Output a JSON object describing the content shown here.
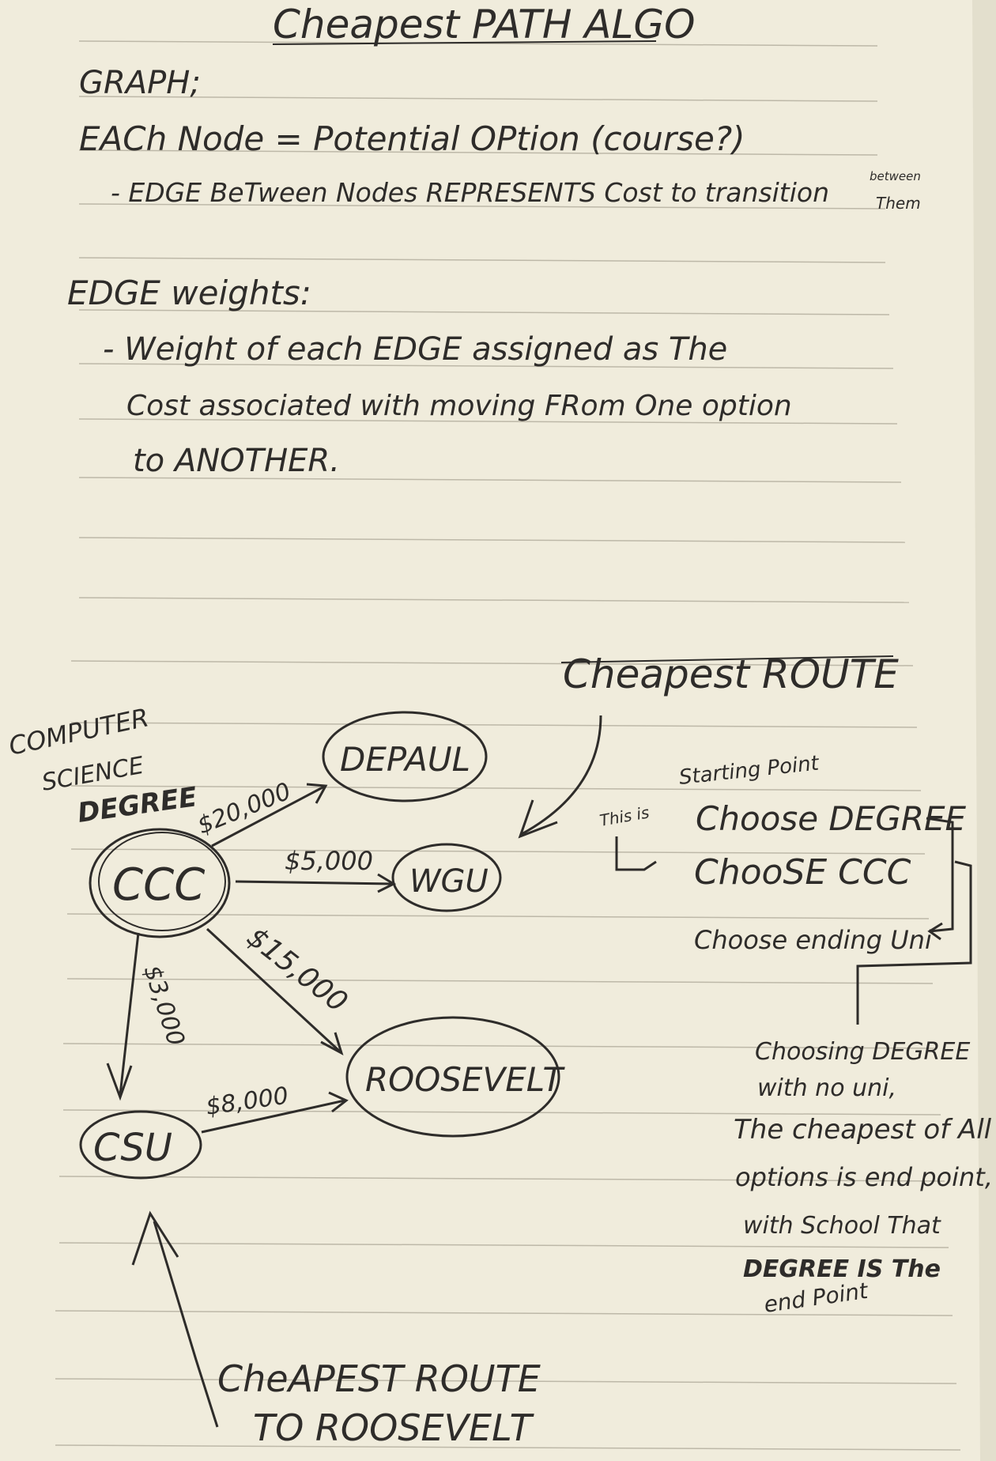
{
  "colors": {
    "paper": "#f0ecdc",
    "ink": "#2e2c2a",
    "rule": "#bdb8a8",
    "background": "#6b6a66"
  },
  "notes": {
    "title": "Cheapest PATH ALGO",
    "graph_heading": "GRAPH;",
    "graph_line1": "EACh Node = Potential OPtion (course?)",
    "graph_line2": "- EDGE BeTween Nodes REPRESENTS Cost to transition",
    "graph_line2_tail1": "between",
    "graph_line2_tail2": "Them",
    "edge_heading": "EDGE weights:",
    "edge_line1": "- Weight of each EDGE assigned as The",
    "edge_line2": "Cost associated with moving FRom One option",
    "edge_line3": "to ANOTHER."
  },
  "diagram": {
    "degree_label": [
      "COMPUTER",
      "SCIENCE",
      "DEGREE"
    ],
    "nodes": {
      "ccc": "CCC",
      "depaul": "DEPAUL",
      "wgu": "WGU",
      "roosevelt": "ROOSEVELT",
      "csu": "CSU"
    },
    "edges": {
      "ccc_depaul": "$20,000",
      "ccc_wgu": "$5,000",
      "ccc_roosevelt": "$15,000",
      "ccc_csu": "$3,000",
      "csu_roosevelt": "$8,000"
    },
    "cheapest_route_label": "Cheapest ROUTE",
    "flow": {
      "this_is": "This is",
      "starting_point": "Starting Point",
      "step1": "Choose DEGREE",
      "step2": "ChooSE CCC",
      "step3": "Choose ending Uni"
    },
    "explanation": [
      "Choosing DEGREE",
      "with no uni,",
      "The cheapest of All",
      "options is end point,",
      "with School That",
      "DEGREE IS The",
      "end Point"
    ],
    "bottom_label": [
      "CheAPEST ROUTE",
      "TO ROOSEVELT"
    ]
  }
}
